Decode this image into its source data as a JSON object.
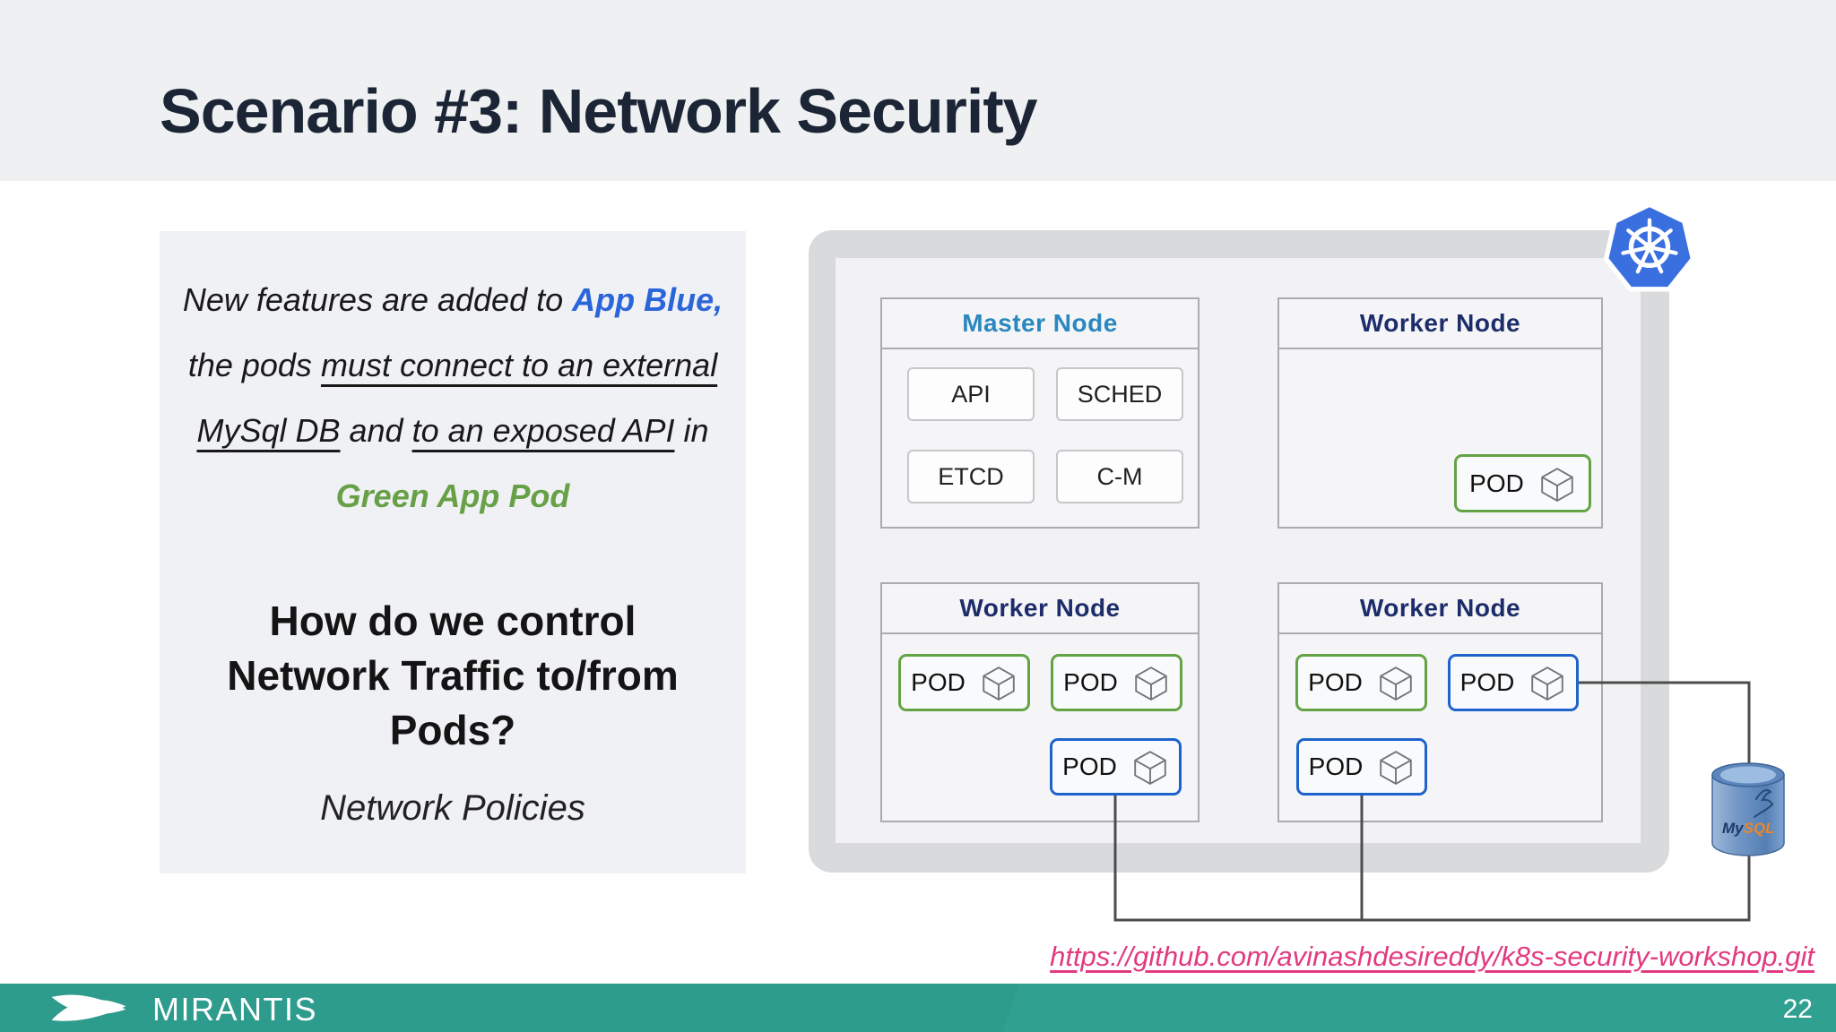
{
  "title": "Scenario #3: Network Security",
  "left_panel": {
    "scenario": {
      "line1_text": "New features are added to ",
      "line1_highlight": "App Blue,",
      "line2_text": "the pods ",
      "line2_underlined": "must connect to an external",
      "line3_underlined1": "MySql DB",
      "line3_mid": " and ",
      "line3_underlined2": "to an exposed API",
      "line3_end": " in",
      "line4_highlight": "Green App Pod"
    },
    "question_line1": "How do we control",
    "question_line2": "Network Traffic to/from",
    "question_line3": "Pods?",
    "answer": "Network Policies"
  },
  "diagram": {
    "nodes": [
      {
        "title": "Master Node",
        "components": [
          "API",
          "SCHED",
          "ETCD",
          "C-M"
        ]
      },
      {
        "title": "Worker Node",
        "pods": [
          {
            "label": "POD",
            "variant": "green"
          }
        ]
      },
      {
        "title": "Worker Node",
        "pods": [
          {
            "label": "POD",
            "variant": "green"
          },
          {
            "label": "POD",
            "variant": "green"
          },
          {
            "label": "POD",
            "variant": "blue"
          }
        ]
      },
      {
        "title": "Worker Node",
        "pods": [
          {
            "label": "POD",
            "variant": "green"
          },
          {
            "label": "POD",
            "variant": "blue"
          },
          {
            "label": "POD",
            "variant": "blue"
          }
        ]
      }
    ],
    "mysql": {
      "text_my": "My",
      "text_sql": "SQL"
    }
  },
  "link": {
    "text": "https://github.com/avinashdesireddy/k8s-security-workshop.git"
  },
  "footer": {
    "brand": "MIRANTIS",
    "page_number": "22"
  },
  "colors": {
    "accent_blue": "#2a65d9",
    "accent_green": "#67a046",
    "master_title_blue": "#2a87c0",
    "worker_title_navy": "#1d2d6b",
    "pod_border_green": "#63a344",
    "pod_border_blue": "#1e63cc",
    "link_pink": "#e23a80",
    "footer_teal": "#2d9c8d",
    "kubernetes_blue": "#3a6fe0",
    "connector_gray": "#4d4d4d"
  }
}
